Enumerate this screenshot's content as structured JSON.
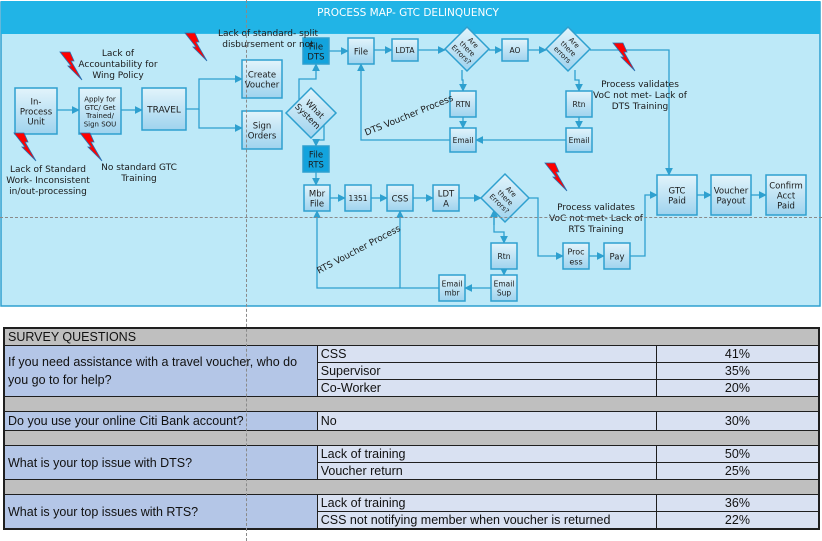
{
  "diagram": {
    "title": "PROCESS MAP- GTC DELINQUENCY",
    "colors": {
      "banner": "#21b4e6",
      "background": "#bde9f8",
      "node_fill_top": "#e2f4fb",
      "node_fill_bottom": "#9fd3ee",
      "node_border": "#2ea0cf",
      "highlight_fill": "#13a3dd",
      "connector": "#2ea0cf",
      "bolt": "#ff0000"
    },
    "nodes": {
      "in_process": [
        "In-",
        "Process",
        "Unit"
      ],
      "apply": [
        "Apply for",
        "GTC/ Get",
        "Trained/",
        "Sign SOU"
      ],
      "travel": [
        "TRAVEL"
      ],
      "create_voucher": [
        "Create",
        "Voucher"
      ],
      "sign_orders": [
        "Sign",
        "Orders"
      ],
      "what_system": [
        "What",
        "System"
      ],
      "file_dts": [
        "File",
        "DTS"
      ],
      "file_rts": [
        "File",
        "RTS"
      ],
      "file": [
        "File"
      ],
      "ldta": [
        "LDTA"
      ],
      "dts_errors": [
        "Are",
        "there",
        "Errors?"
      ],
      "ao": [
        "AO"
      ],
      "ao_errors": [
        "Are",
        "there",
        "errors"
      ],
      "rtn_dts": [
        "RTN"
      ],
      "email_dts": [
        "Email"
      ],
      "rtn_ao": [
        "Rtn"
      ],
      "email_ao": [
        "Email"
      ],
      "mbr_file": [
        "Mbr",
        "File"
      ],
      "n1351": [
        "1351"
      ],
      "css": [
        "CSS"
      ],
      "ldta_rts": [
        "LDT",
        "A"
      ],
      "rts_errors": [
        "Are",
        "there",
        "Errors?"
      ],
      "rtn_rts": [
        "Rtn"
      ],
      "email_sup": [
        "Email",
        "Sup"
      ],
      "email_mbr": [
        "Email",
        "mbr"
      ],
      "process": [
        "Proc",
        "ess"
      ],
      "pay": [
        "Pay"
      ],
      "gtc_paid": [
        "GTC",
        "Paid"
      ],
      "voucher_payout": [
        "Voucher",
        "Payout"
      ],
      "confirm": [
        "Confirm",
        "Acct",
        "Paid"
      ]
    },
    "labels": {
      "dts_process": "DTS Voucher Process",
      "rts_process": "RTS Voucher Process"
    },
    "notes": {
      "accountability": [
        "Lack of",
        "Accountability for",
        "Wing Policy"
      ],
      "split": [
        "Lack of standard- split",
        "disbursement or not"
      ],
      "standard_work": [
        "Lack of Standard",
        "Work- Inconsistent",
        "in/out-processing"
      ],
      "gtc_training": [
        "No standard GTC",
        "Training"
      ],
      "dts_training": [
        "Process validates",
        "VoC not met- Lack of",
        "DTS Training"
      ],
      "rts_training": [
        "Process validates",
        "VoC not met- Lack of",
        "RTS Training"
      ]
    }
  },
  "survey": {
    "header": "SURVEY QUESTIONS",
    "questions": [
      {
        "question": "If you need assistance with a travel voucher, who do you go to for help?",
        "answers": [
          {
            "answer": "CSS",
            "percent": "41%"
          },
          {
            "answer": "Supervisor",
            "percent": "35%"
          },
          {
            "answer": "Co-Worker",
            "percent": "20%"
          }
        ]
      },
      {
        "question": "Do you use your online Citi Bank account?",
        "answers": [
          {
            "answer": "No",
            "percent": "30%"
          }
        ]
      },
      {
        "question": "What is your top issue with DTS?",
        "answers": [
          {
            "answer": "Lack of training",
            "percent": "50%"
          },
          {
            "answer": "Voucher return",
            "percent": "25%"
          }
        ]
      },
      {
        "question": "What is your top issues with RTS?",
        "answers": [
          {
            "answer": "Lack of training",
            "percent": "36%"
          },
          {
            "answer": "CSS not notifying member when voucher is returned",
            "percent": "22%"
          }
        ]
      }
    ]
  }
}
